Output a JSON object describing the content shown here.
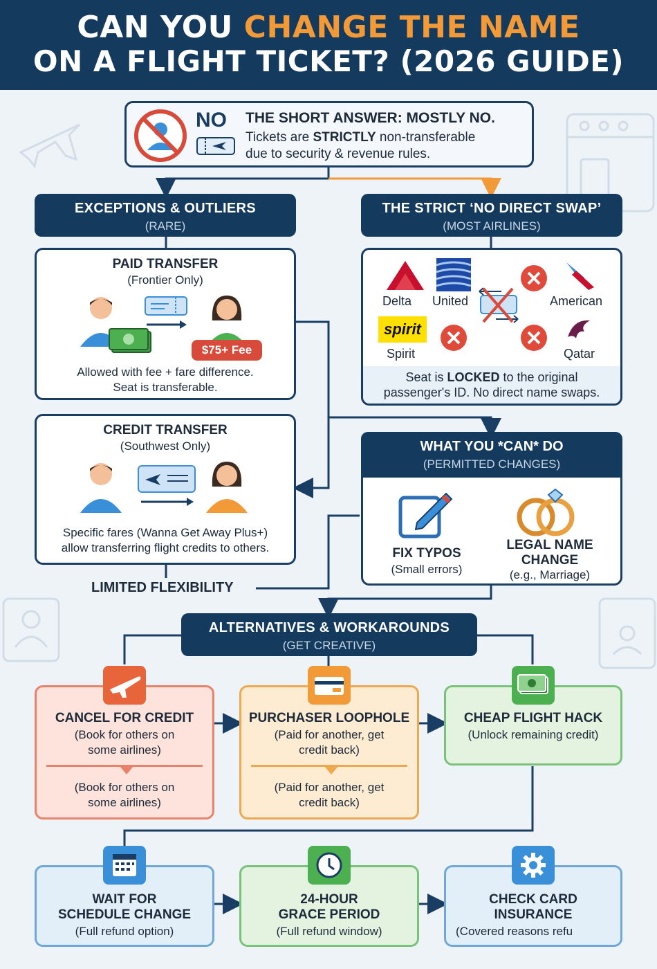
{
  "header": {
    "line1_part1": "CAN YOU ",
    "line1_part2": "CHANGE THE NAME",
    "line2": "ON A FLIGHT TICKET? (2026 GUIDE)"
  },
  "short_answer": {
    "badge": "NO",
    "title": "THE SHORT ANSWER: MOSTLY NO.",
    "line1_pre": "Tickets are ",
    "line1_bold": "STRICTLY",
    "line1_post": " non-transferable",
    "line2": "due to security & revenue rules."
  },
  "exceptions": {
    "title": "EXCEPTIONS & OUTLIERS",
    "subtitle": "(RARE)",
    "paid_transfer": {
      "title": "PAID TRANSFER",
      "subtitle": "(Frontier Only)",
      "fee": "$75+ Fee",
      "line1": "Allowed with fee + fare difference.",
      "line2": "Seat is transferable."
    },
    "credit_transfer": {
      "title": "CREDIT TRANSFER",
      "subtitle": "(Southwest Only)",
      "line1": "Specific fares (Wanna Get Away Plus+)",
      "line2": "allow transferring flight credits to others."
    },
    "limited": "LIMITED FLEXIBILITY"
  },
  "strict": {
    "title": "THE STRICT ‘NO DIRECT SWAP’",
    "subtitle": "(MOST AIRLINES)",
    "airlines": [
      "Delta",
      "United",
      "American",
      "Spirit",
      "Qatar"
    ],
    "spirit_logo": "spirit",
    "line1_pre": "Seat is ",
    "line1_bold": "LOCKED",
    "line1_post": " to the original",
    "line2": "passenger's ID. No direct name swaps."
  },
  "can_do": {
    "title": "WHAT YOU *CAN* DO",
    "subtitle": "(PERMITTED CHANGES)",
    "fix_title": "FIX TYPOS",
    "fix_sub": "(Small errors)",
    "legal_title1": "LEGAL NAME",
    "legal_title2": "CHANGE",
    "legal_sub": "(e.g., Marriage)"
  },
  "alternatives": {
    "title": "ALTERNATIVES & WORKAROUNDS",
    "subtitle": "(GET CREATIVE)",
    "cards": [
      {
        "title": "CANCEL FOR CREDIT",
        "sub1": "(Book for others on",
        "sub2": "some airlines)",
        "sub3": "(Book for others on",
        "sub4": "some airlines)"
      },
      {
        "title": "PURCHASER LOOPHOLE",
        "sub1": "(Paid for another, get",
        "sub2": "credit back)",
        "sub3": "(Paid for another, get",
        "sub4": "credit back)"
      },
      {
        "title": "CHEAP FLIGHT HACK",
        "sub1": "(Unlock remaining credit)"
      },
      {
        "title1": "WAIT FOR",
        "title2": "SCHEDULE CHANGE",
        "sub1": "(Full refund option)"
      },
      {
        "title1": "24-HOUR",
        "title2": "GRACE PERIOD",
        "sub1": "(Full refund window)"
      },
      {
        "title1": "CHECK CARD",
        "title2": "INSURANCE",
        "sub1": "(Covered reasons refu"
      }
    ]
  },
  "colors": {
    "navy": "#143a5e",
    "orange": "#f29a38",
    "red_card_bg": "#fde3dc",
    "orange_card_bg": "#fdebd2",
    "green_card_bg": "#e3f3e0",
    "blue_card_bg": "#e2eef8"
  },
  "icons": [
    "no-person-icon",
    "ticket-icon",
    "plane-icon",
    "credit-card-icon",
    "money-icon",
    "calendar-icon",
    "clock-icon",
    "gear-icon",
    "pencil-icon",
    "rings-icon",
    "x-icon"
  ]
}
